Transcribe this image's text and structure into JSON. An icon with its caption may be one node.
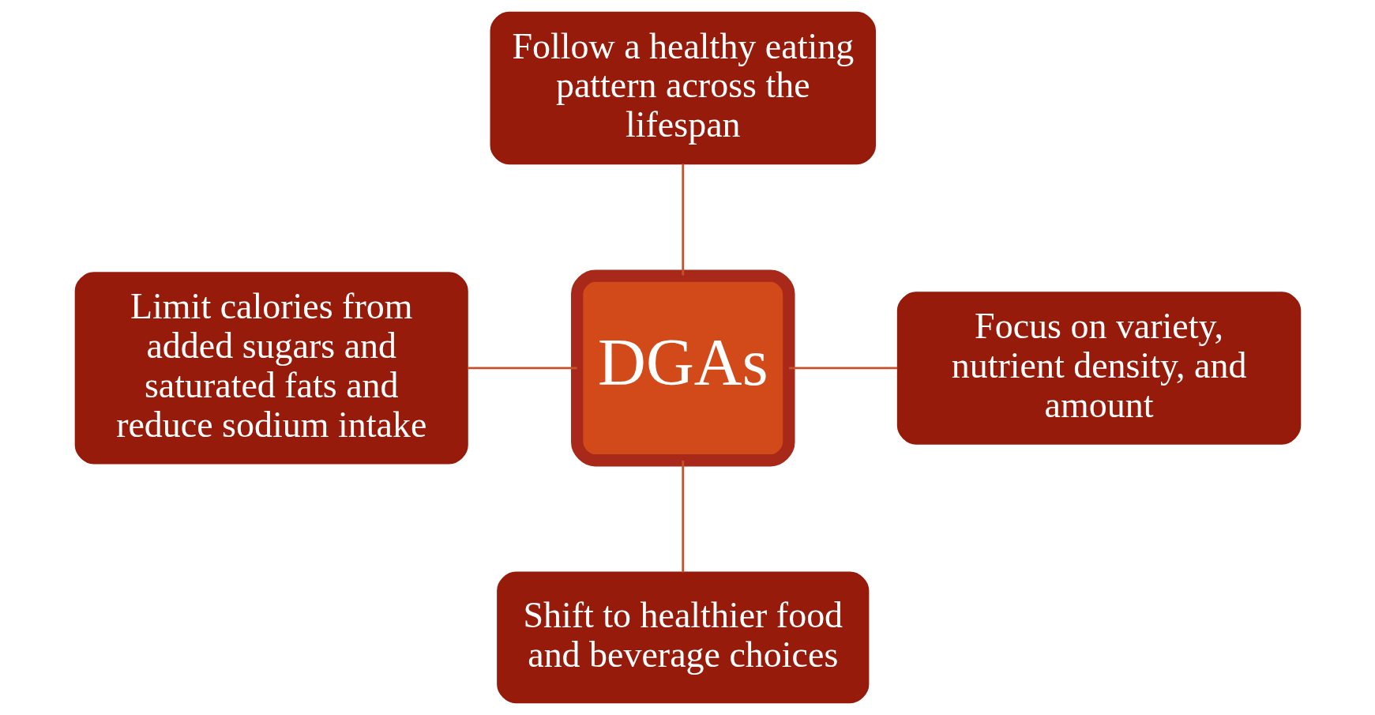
{
  "diagram": {
    "nodes": [
      {
        "text": [
          "Follow a healthy eating pattern across the lifespan"
        ]
      },
      {
        "text": [
          "Limit calories from added sugars and saturated fats and reduce sodium intake"
        ]
      },
      {
        "text": [
          "DGAs"
        ]
      },
      {
        "text": [
          "Focus on variety, nutrient density, and amount"
        ]
      },
      {
        "text": [
          "Shift to healthier food and beverage choices"
        ]
      }
    ],
    "edges": [
      {
        "from": 0,
        "to": 2,
        "arrow": "none"
      },
      {
        "from": 1,
        "to": 2,
        "arrow": "none"
      },
      {
        "from": 2,
        "to": 3,
        "arrow": "none"
      },
      {
        "from": 2,
        "to": 4,
        "arrow": "none"
      }
    ]
  }
}
